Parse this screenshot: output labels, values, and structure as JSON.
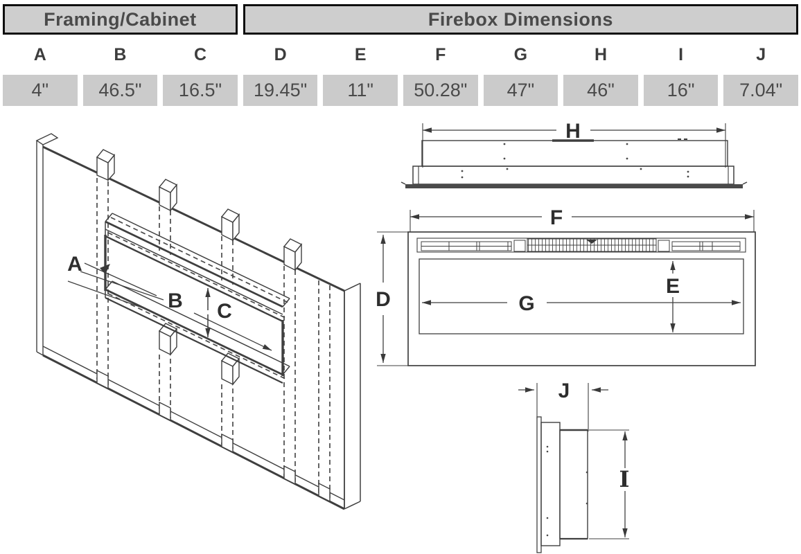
{
  "table": {
    "group_headers": [
      {
        "label": "Framing/Cabinet",
        "span": 3
      },
      {
        "label": "Firebox Dimensions",
        "span": 7
      }
    ],
    "columns": [
      {
        "letter": "A",
        "value": "4\""
      },
      {
        "letter": "B",
        "value": "46.5\""
      },
      {
        "letter": "C",
        "value": "16.5\""
      },
      {
        "letter": "D",
        "value": "19.45\""
      },
      {
        "letter": "E",
        "value": "11\""
      },
      {
        "letter": "F",
        "value": "50.28\""
      },
      {
        "letter": "G",
        "value": "47\""
      },
      {
        "letter": "H",
        "value": "46\""
      },
      {
        "letter": "I",
        "value": "16\""
      },
      {
        "letter": "J",
        "value": "7.04\""
      }
    ]
  },
  "diagrams": {
    "framing_isometric": {
      "labels": {
        "depth": "A",
        "width": "B",
        "height": "C"
      }
    },
    "top_view": {
      "labels": {
        "width": "H"
      }
    },
    "front_view": {
      "labels": {
        "overall_width": "F",
        "overall_height": "D",
        "viewing_height": "E",
        "viewing_width": "G"
      }
    },
    "side_view": {
      "labels": {
        "depth": "J",
        "rear_height": "I"
      }
    }
  },
  "colors": {
    "table_cell_bg": "#cbcbcb",
    "table_border": "#0e0e0e",
    "text": "#4a4a4a",
    "line": "#3f3f3f"
  }
}
